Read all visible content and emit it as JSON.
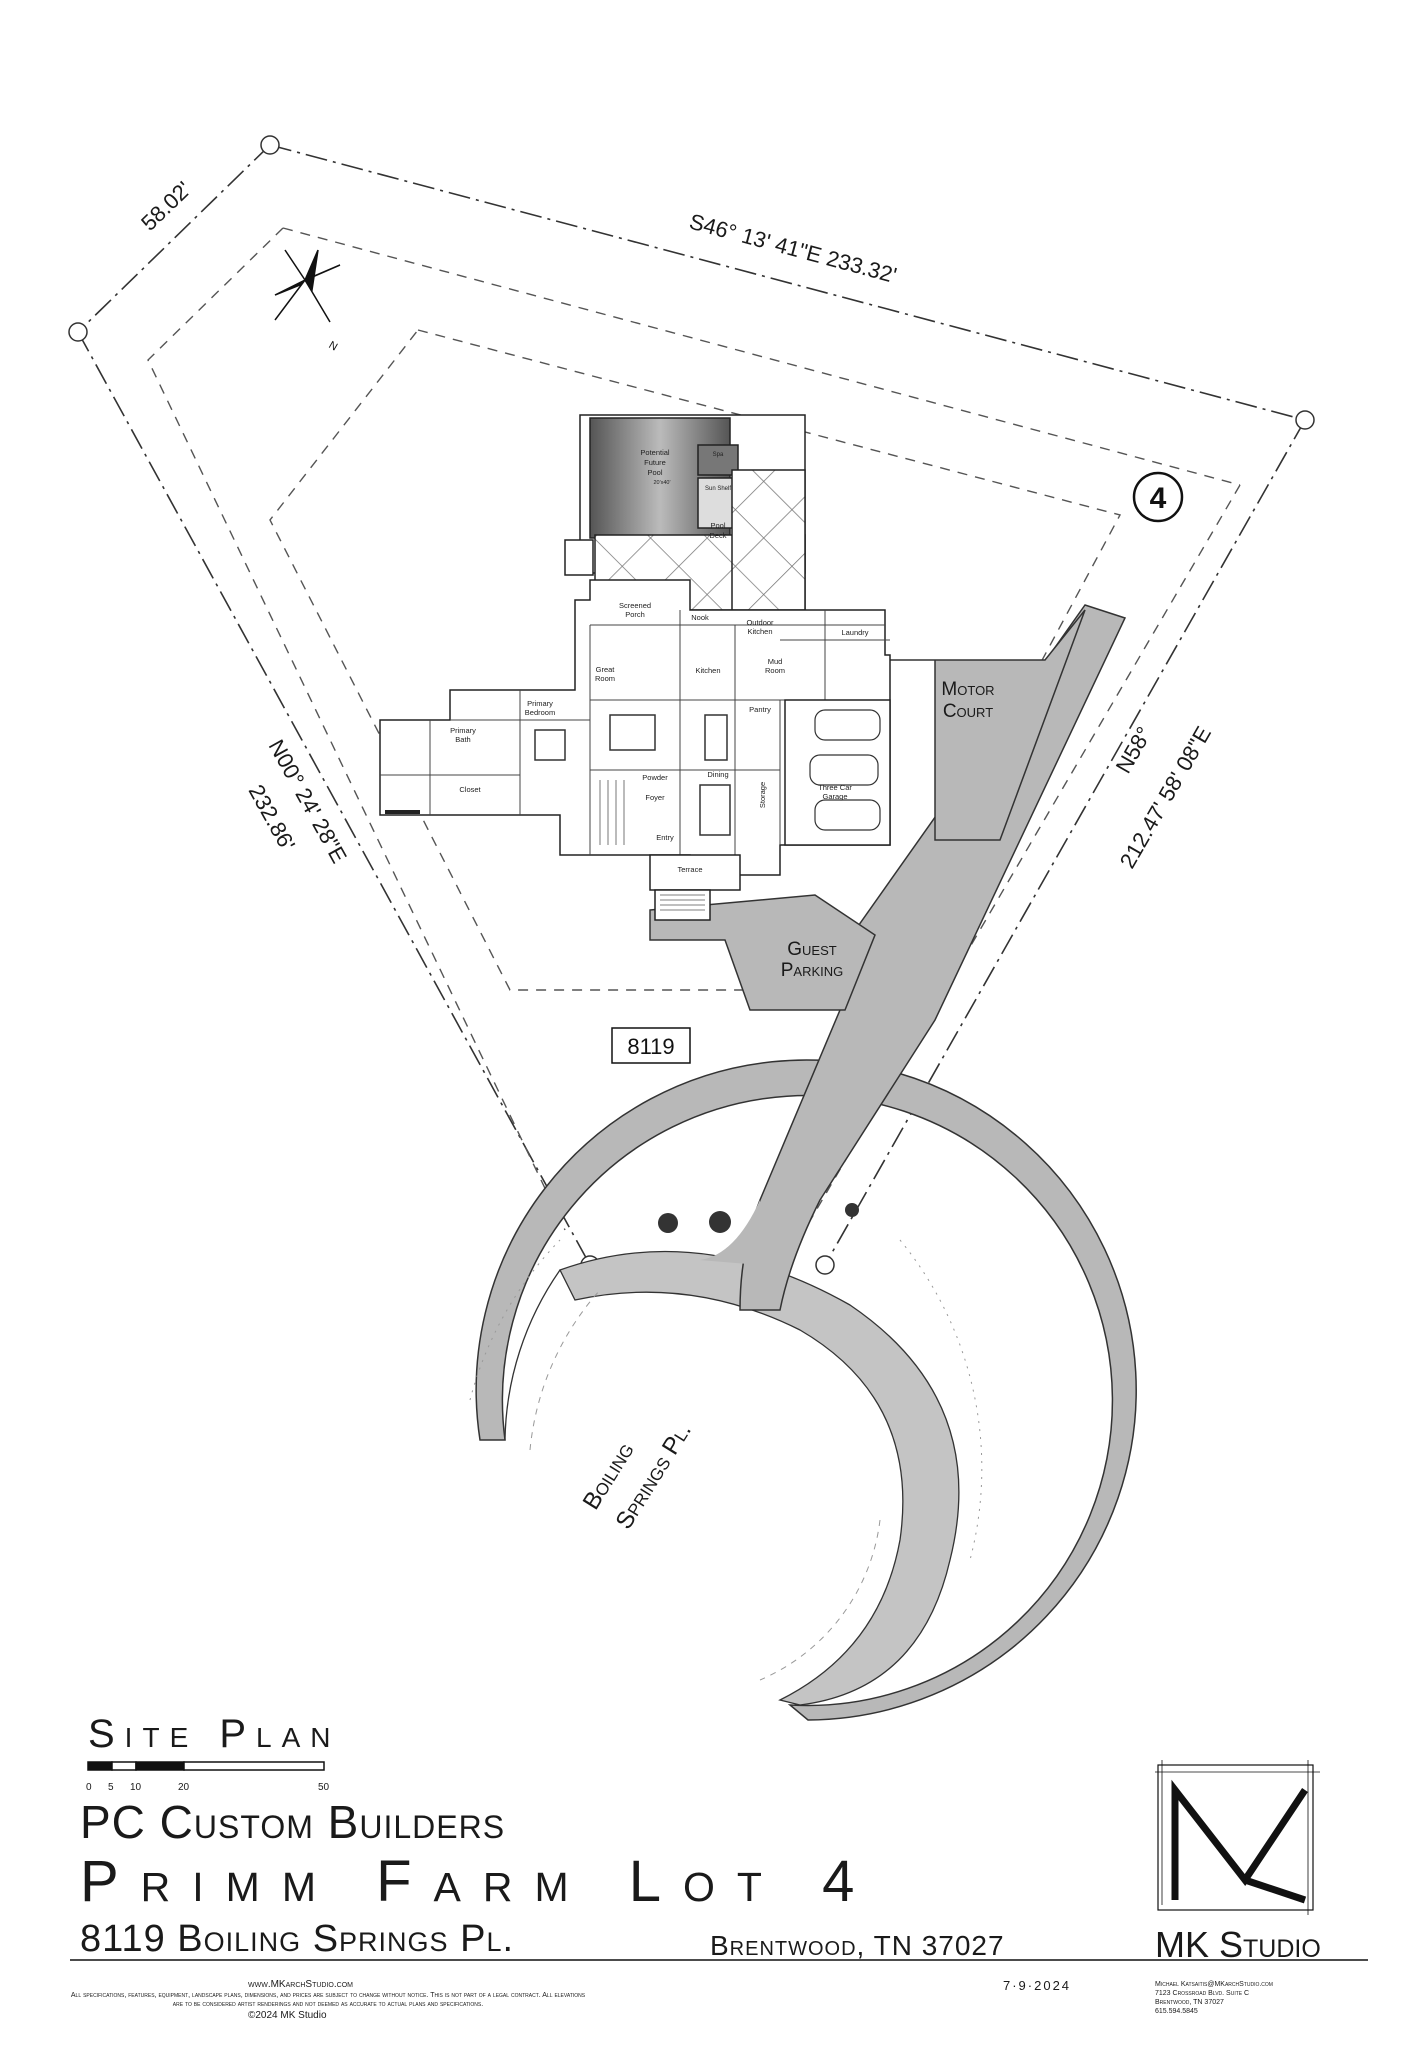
{
  "boundary": {
    "north_edge": "S46° 13' 41\"E  233.32'",
    "northwest_edge": "58.02'",
    "west_edge_bearing": "N00° 24' 28\"E",
    "west_edge_length": "232.86'",
    "east_edge_bearing": "N58°",
    "east_edge_length": "212.47' 58' 08\"E"
  },
  "lot_number": "4",
  "house_number": "8119",
  "north_arrow_label": "N",
  "areas": {
    "motor_court": [
      "Motor",
      "Court"
    ],
    "guest_parking": [
      "Guest",
      "Parking"
    ],
    "street": [
      "Boiling",
      "Springs Pl."
    ]
  },
  "rooms": {
    "pool": [
      "Potential",
      "Future",
      "Pool"
    ],
    "pool_size": "20'x40'",
    "spa": "Spa",
    "sun_shelf": "Sun Shelf",
    "pool_deck": [
      "Pool",
      "Deck"
    ],
    "screened_porch": [
      "Screened",
      "Porch"
    ],
    "nook": "Nook",
    "outdoor_kitchen": [
      "Outdoor",
      "Kitchen"
    ],
    "laundry": "Laundry",
    "great_room": [
      "Great",
      "Room"
    ],
    "kitchen": "Kitchen",
    "mud_room": [
      "Mud",
      "Room"
    ],
    "primary_bedroom": [
      "Primary",
      "Bedroom"
    ],
    "primary_bath": [
      "Primary",
      "Bath"
    ],
    "closet": "Closet",
    "pantry": "Pantry",
    "dining": "Dining",
    "foyer": "Foyer",
    "entry": "Entry",
    "terrace": "Terrace",
    "garage": [
      "Three Car",
      "Garage"
    ],
    "storage": "Storage",
    "powder": "Powder"
  },
  "title_block": {
    "sheet_title": "Site Plan",
    "scale_ticks": [
      "0",
      "5",
      "10",
      "20",
      "50"
    ],
    "builder": "PC Custom Builders",
    "project": "Primm Farm Lot 4",
    "address": "8119 Boiling Springs Pl.",
    "city": "Brentwood, TN  37027",
    "date": "7·9·2024",
    "website": "www.MKarchStudio.com",
    "disclaimer": "All specifications, features, equipment, landscape plans, dimensions, and prices are subject to change without notice. This is not part of a legal contract. All elevations are to be considered artist renderings and not deemed as accurate to actual plans and specifications.",
    "copyright": "©2024 MK Studio",
    "studio_name": "MK Studio",
    "studio_contact": [
      "Michael Katsaitis@MKarchStudio.com",
      "7123 Crossroad Blvd. Suite C",
      "Brentwood, TN 37027",
      "615.594.5845"
    ]
  }
}
